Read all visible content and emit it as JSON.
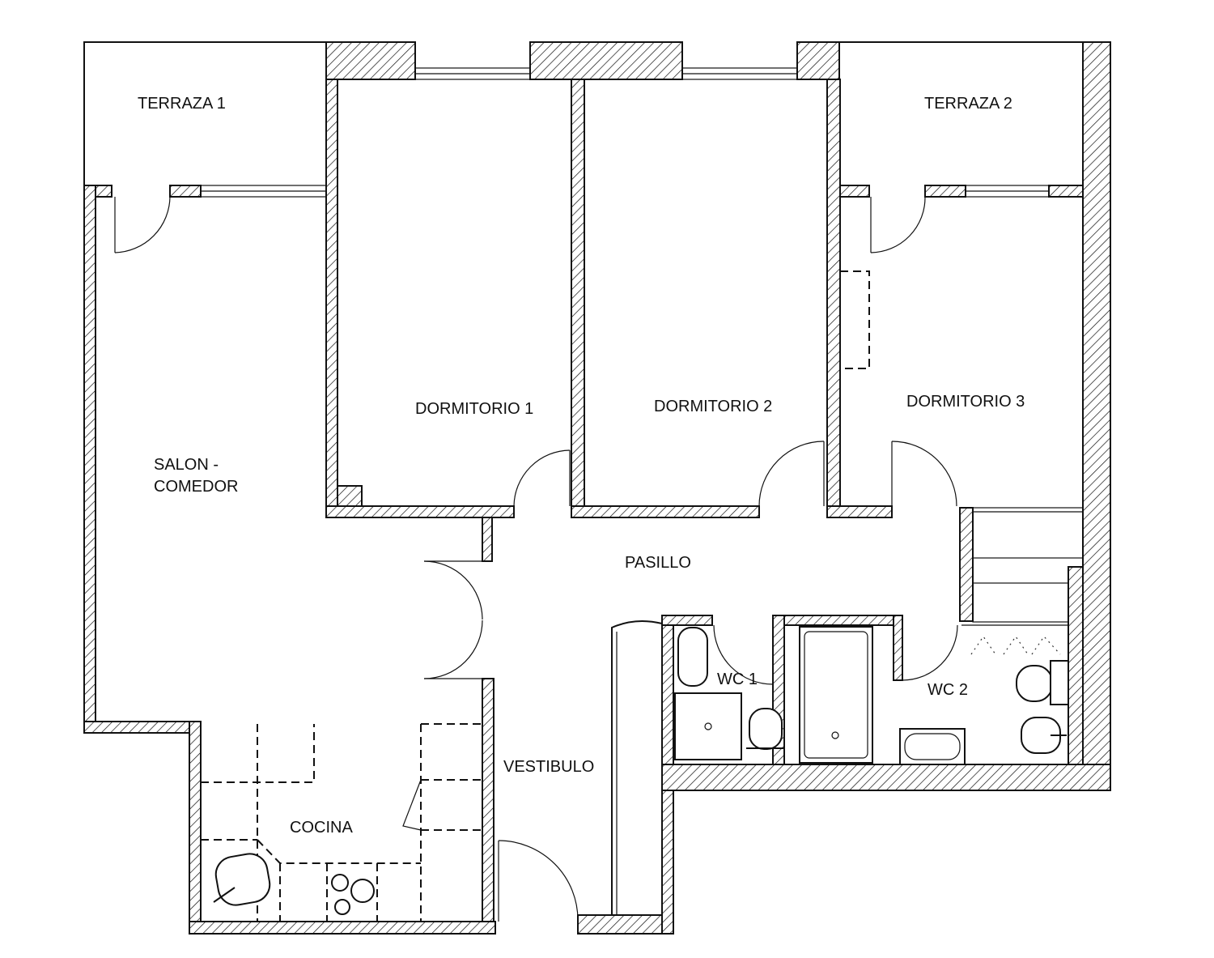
{
  "plan": {
    "rooms": {
      "terraza_1": "TERRAZA 1",
      "terraza_2": "TERRAZA 2",
      "dormitorio_1": "DORMITORIO 1",
      "dormitorio_2": "DORMITORIO 2",
      "dormitorio_3": "DORMITORIO 3",
      "salon_line1": "SALON -",
      "salon_line2": "COMEDOR",
      "pasillo": "PASILLO",
      "wc_1": "WC 1",
      "wc_2": "WC 2",
      "vestibulo": "VESTIBULO",
      "cocina": "COCINA"
    }
  }
}
